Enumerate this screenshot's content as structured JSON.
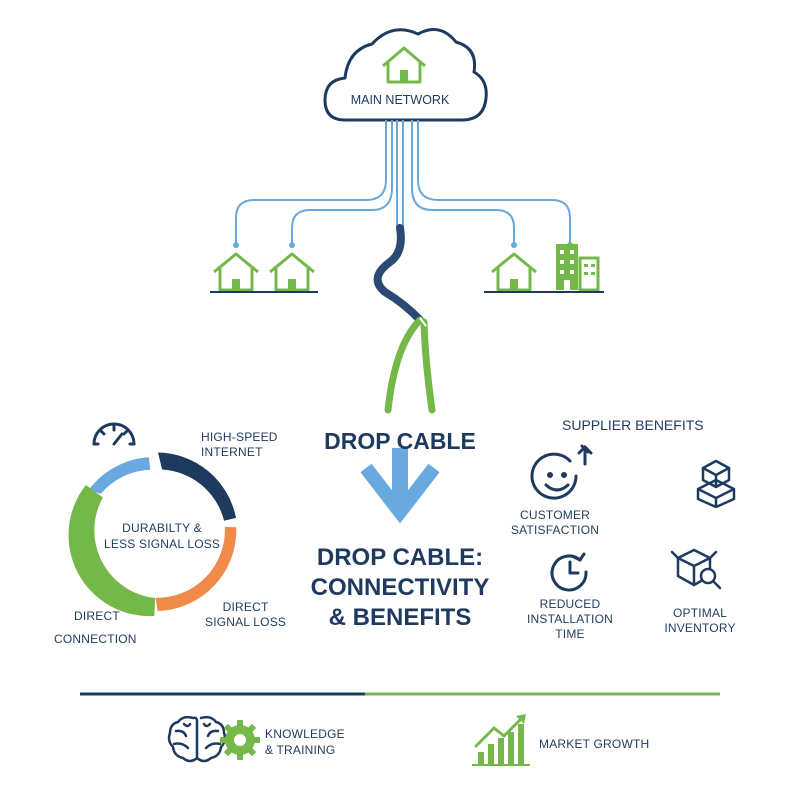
{
  "network": {
    "label": "MAIN NETWORK"
  },
  "cable": {
    "label": "DROP CABLE"
  },
  "title": {
    "line1": "DROP CABLE:",
    "line2": "CONNECTIVITY",
    "line3": "& BENEFITS"
  },
  "cycle": {
    "center_line1": "DURABILTY &",
    "center_line2": "LESS SIGNAL LOSS",
    "high_speed_line1": "HIGH-SPEED",
    "high_speed_line2": "INTERNET",
    "direct_signal_line1": "DIRECT",
    "direct_signal_line2": "SIGNAL LOSS",
    "direct_conn_line1": "DIRECT",
    "direct_conn_line2": "CONNECTION"
  },
  "supplier": {
    "heading": "SUPPLIER BENEFITS",
    "customer_line1": "CUSTOMER",
    "customer_line2": "SATISFACTION",
    "install_line1": "REDUCED",
    "install_line2": "INSTALLATION",
    "install_line3": "TIME",
    "inventory_line1": "OPTIMAL",
    "inventory_line2": "INVENTORY"
  },
  "footer": {
    "knowledge_line1": "KNOWLEDGE",
    "knowledge_line2": "& TRAINING",
    "market": "MARKET GROWTH"
  },
  "colors": {
    "navy": "#1f3a5f",
    "blue": "#6aa9e0",
    "green": "#74b84a",
    "orange": "#f08a4b",
    "dark_navy": "#2a4a74"
  },
  "icons": [
    "house-icon",
    "building-icon",
    "speedometer-icon",
    "smiley-icon",
    "boxes-icon",
    "clock-icon",
    "box-search-icon",
    "brain-icon",
    "gear-icon",
    "growth-chart-icon"
  ]
}
